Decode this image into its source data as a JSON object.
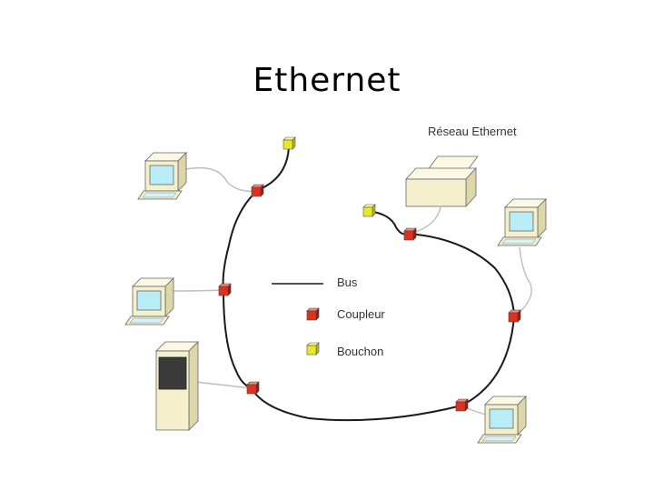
{
  "slide": {
    "title": "Ethernet"
  },
  "diagram": {
    "caption": "Réseau Ethernet",
    "legend": {
      "bus": "Bus",
      "coupler": "Coupleur",
      "terminator": "Bouchon"
    }
  },
  "colors": {
    "bus": "#1a1a1a",
    "drop_cable": "#b8b8b8",
    "coupler": "#e0301e",
    "terminator": "#e8e82a",
    "device_body": "#f4efcc",
    "screen": "#b8ecf6"
  }
}
